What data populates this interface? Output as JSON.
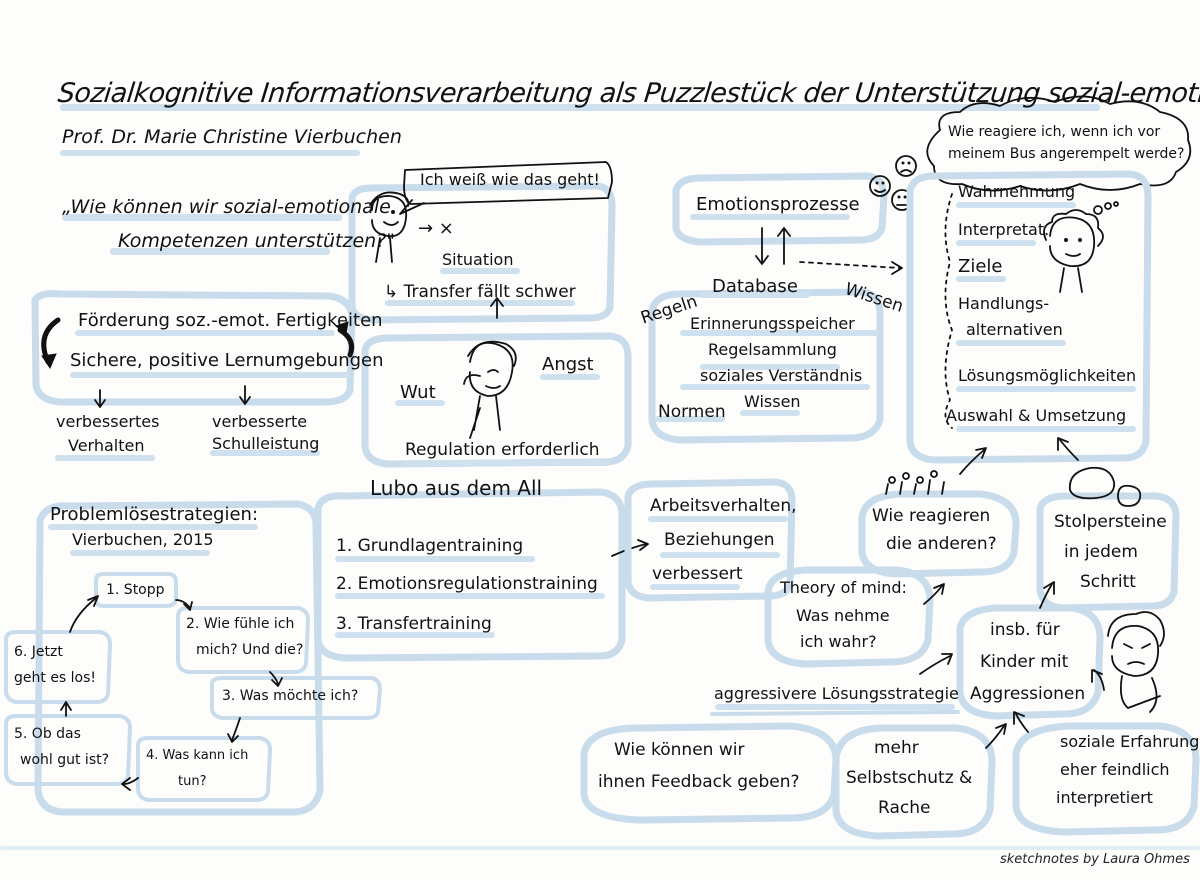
{
  "title": "Sozialkognitive Informationsverarbeitung als Puzzlestück der Unterstützung sozial-emotionaler Entwicklung",
  "author": "Prof. Dr. Marie Christine Vierbuchen",
  "question": [
    "„Wie können wir sozial-emotionale",
    "Kompetenzen unterstützen?\""
  ],
  "foerderung": {
    "line1": "Förderung soz.-emot. Fertigkeiten",
    "line2": "Sichere, positive Lernumgebungen",
    "out_left": [
      "verbessertes",
      "Verhalten"
    ],
    "out_right": [
      "verbesserte",
      "Schulleistung"
    ]
  },
  "transfer": {
    "speech": "Ich weiß wie das geht!",
    "situation": "Situation",
    "x_mark": "→ ×",
    "line": "↳ Transfer fällt schwer"
  },
  "regulation": {
    "wut": "Wut",
    "angst": "Angst",
    "caption": "Regulation erforderlich"
  },
  "lubo": {
    "title": "Lubo aus dem All",
    "items": [
      "1. Grundlagentraining",
      "2. Emotionsregulationstraining",
      "3. Transfertraining"
    ]
  },
  "arbeits": [
    "Arbeitsverhalten,",
    "Beziehungen",
    "verbessert"
  ],
  "problem": {
    "title": "Problemlösestrategien:",
    "source": "Vierbuchen, 2015",
    "steps": [
      [
        "1. Stopp"
      ],
      [
        "2. Wie fühle ich",
        "mich? Und die?"
      ],
      [
        "3. Was möchte ich?"
      ],
      [
        "4. Was kann ich",
        "tun?"
      ],
      [
        "5. Ob das",
        "wohl gut ist?"
      ],
      [
        "6. Jetzt",
        "geht es los!"
      ]
    ]
  },
  "emotion": {
    "title": "Emotionsprozesse",
    "database": "Database",
    "regeln": "Regeln",
    "wissen_top": "Wissen",
    "items": [
      "Erinnerungsspeicher",
      "Regelsammlung",
      "soziales Verständnis",
      "Wissen"
    ],
    "normen": "Normen"
  },
  "thought": [
    "Wie reagiere ich, wenn ich vor",
    "meinem Bus angerempelt werde?"
  ],
  "steps_right": [
    "Wahrnehmung",
    "Interpretat.",
    "Ziele",
    "Handlungs-",
    "alternativen",
    "Lösungsmöglichkeiten",
    "Auswahl & Umsetzung"
  ],
  "andere": [
    "Wie reagieren",
    "die anderen?"
  ],
  "stolper": [
    "Stolpersteine",
    "in jedem",
    "Schritt"
  ],
  "tom": [
    "Theory of mind:",
    "Was nehme",
    "ich wahr?"
  ],
  "insb": [
    "insb. für",
    "Kinder mit",
    "Aggressionen"
  ],
  "aggressive": "aggressivere Lösungsstrategie",
  "feedback": [
    "Wie können wir",
    "ihnen Feedback geben?"
  ],
  "selbst": [
    "mehr",
    "Selbstschutz &",
    "Rache"
  ],
  "sozial": [
    "soziale Erfahrung",
    "eher feindlich",
    "interpretiert"
  ],
  "signature": "sketchnotes by Laura Ohmes",
  "colors": {
    "accent": "#c9dcec",
    "ink": "#111111",
    "paper": "#fdfdfb"
  }
}
